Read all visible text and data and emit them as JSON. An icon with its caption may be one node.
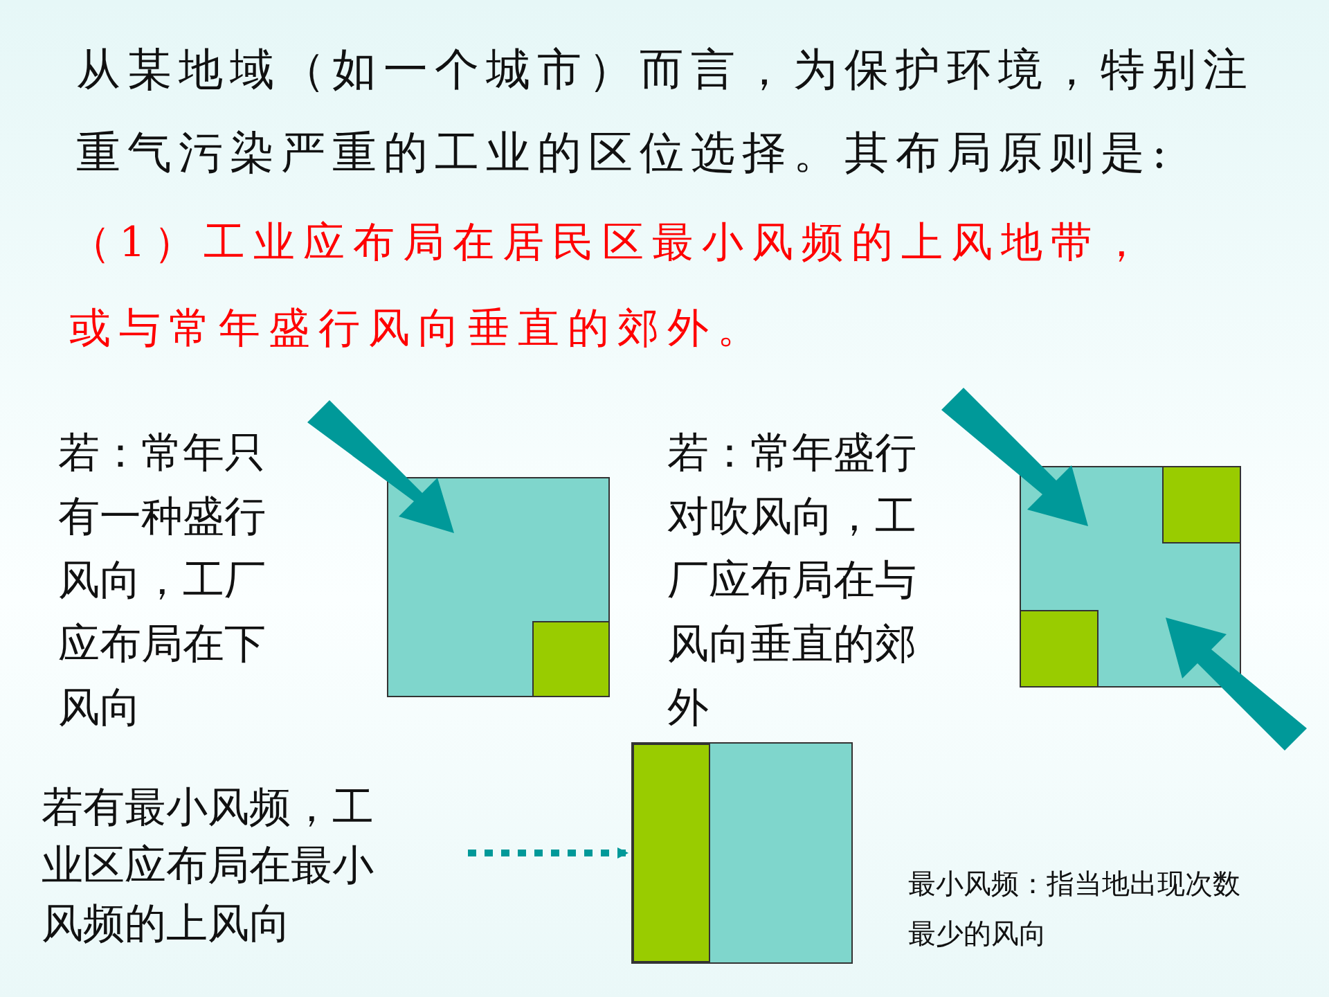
{
  "diagram": {
    "title": "从某地域（如一个城市）而言，为保护环境，特别注重气污染严重的工业的区位选择。其布局原则是:",
    "nodes": [
      {
        "text": [
          "若有最小风频，工业区应布局在最小风频的上风向"
        ]
      },
      {
        "text": [],
        "shape": "box"
      },
      {
        "text": [],
        "shape": "bar",
        "in": 1
      }
    ],
    "edges": [
      {
        "from": 0,
        "to": 1,
        "arrow": "to",
        "style": "dashed"
      }
    ],
    "labels": [
      "（1）工业应布局在居民区最小风频的上风地带，或与常年盛行风向垂直的郊外。",
      "若：常年只有一种盛行风向，工厂应布局在下风向",
      "若：常年盛行对吹风向，工厂应布局在与风向垂直的郊外",
      "最小风频：指当地出现次数最少的风向"
    ]
  }
}
